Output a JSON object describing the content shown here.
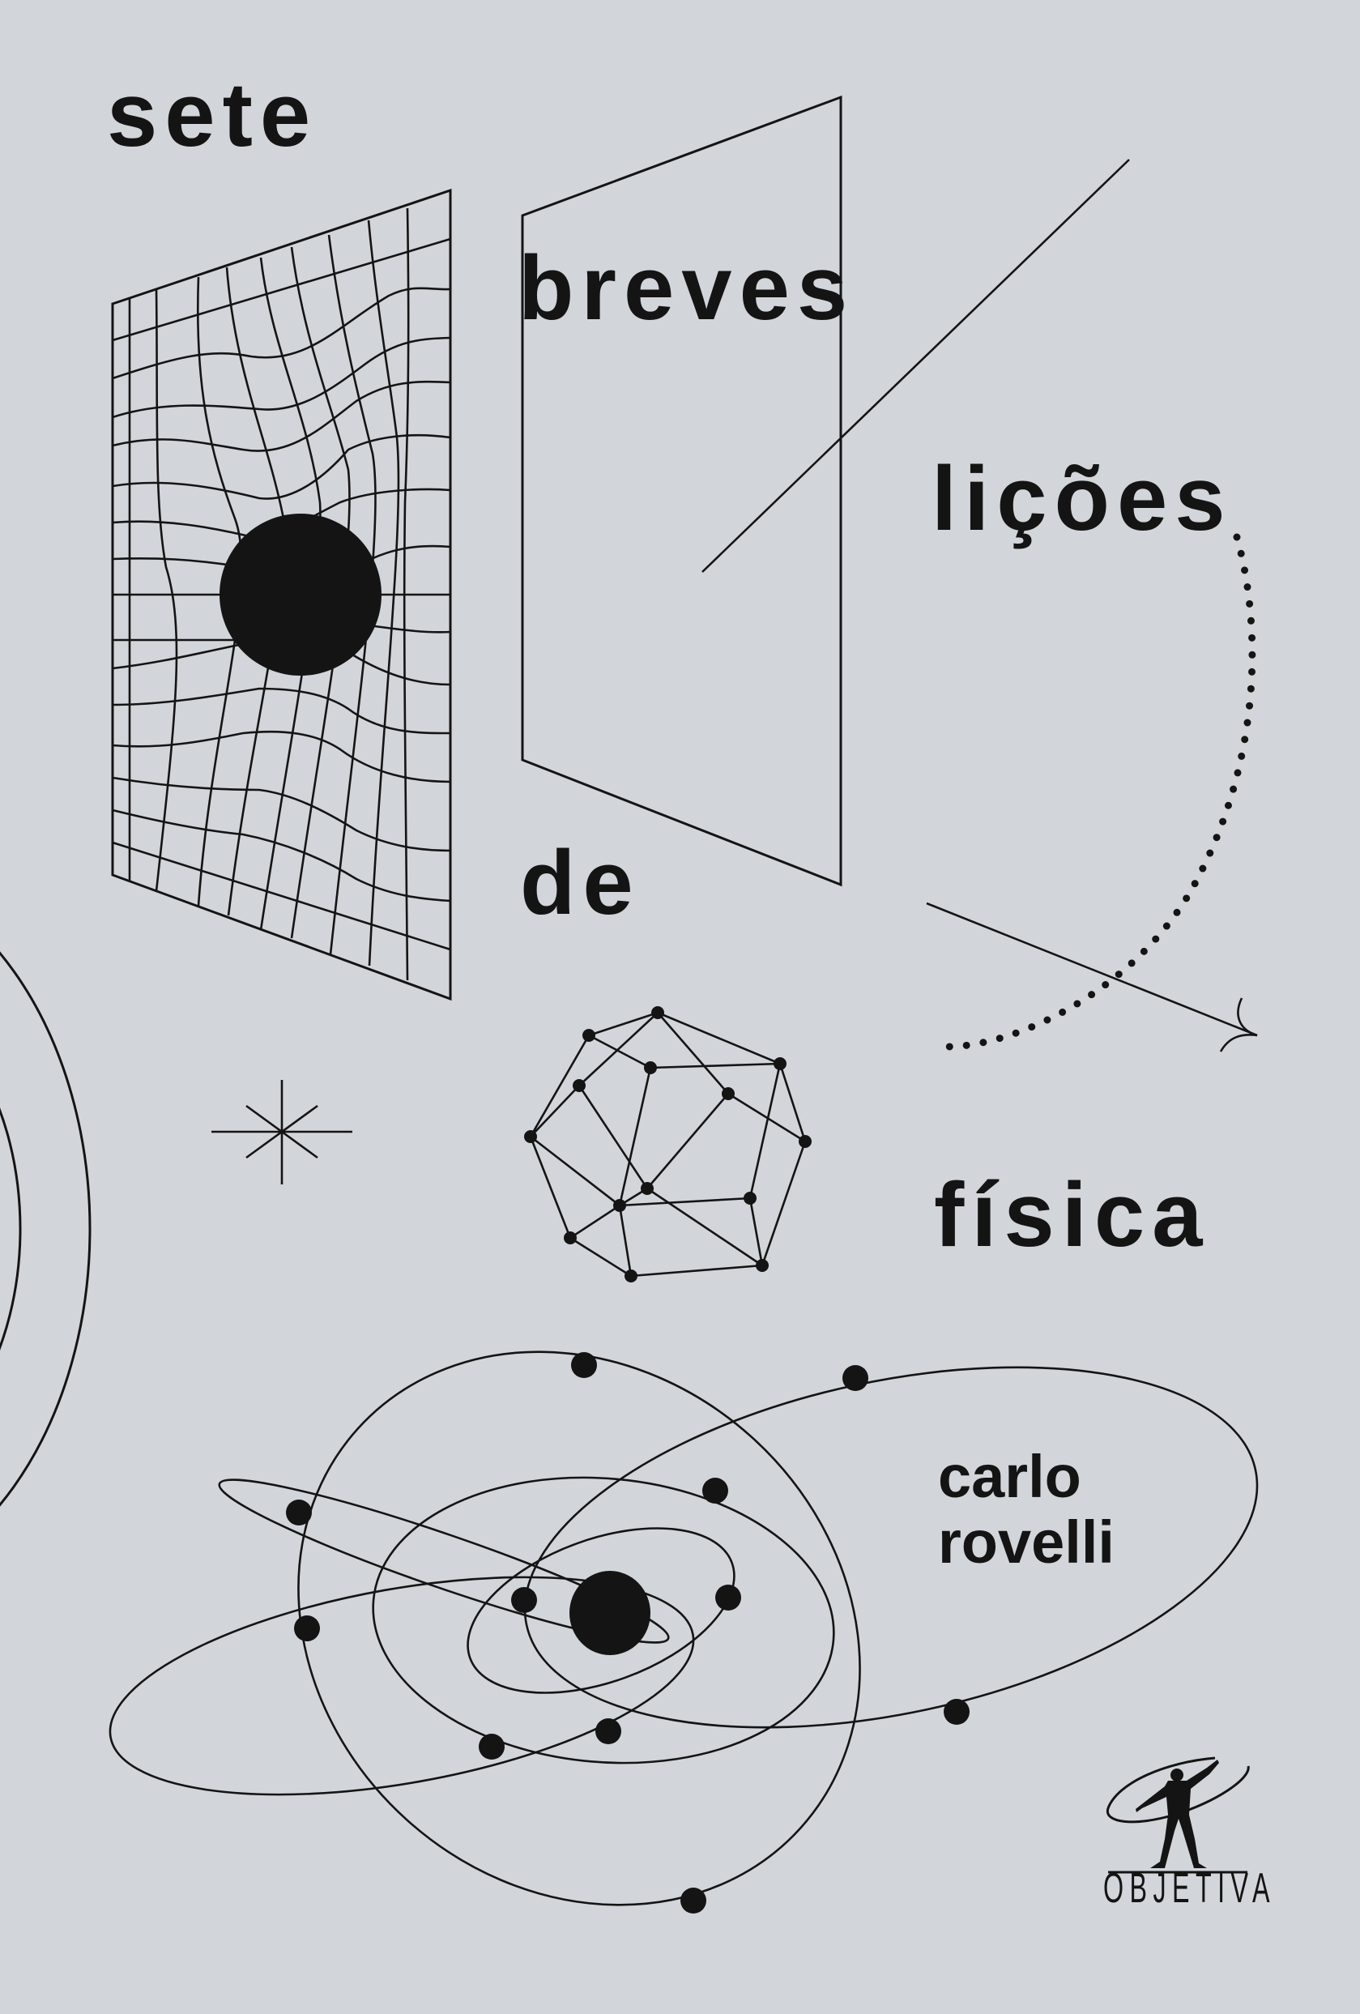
{
  "cover": {
    "title_words": [
      "sete",
      "breves",
      "lições",
      "de",
      "física"
    ],
    "title_full": "sete breves lições de física",
    "author": {
      "first_name": "carlo",
      "last_name": "rovelli"
    },
    "publisher": {
      "name": "OBJETIVA",
      "logo_icon": "objetiva-man-with-orbit-logo"
    },
    "colors": {
      "background": "#d2d5da",
      "ink": "#141414"
    },
    "illustrations": [
      "warped-spacetime-grid-with-black-hole",
      "perspective-panel",
      "diagonal-line",
      "dotted-arc-arrow",
      "dodecahedron-graph",
      "eight-point-star",
      "concentric-arcs",
      "solar-system-orbits"
    ]
  }
}
